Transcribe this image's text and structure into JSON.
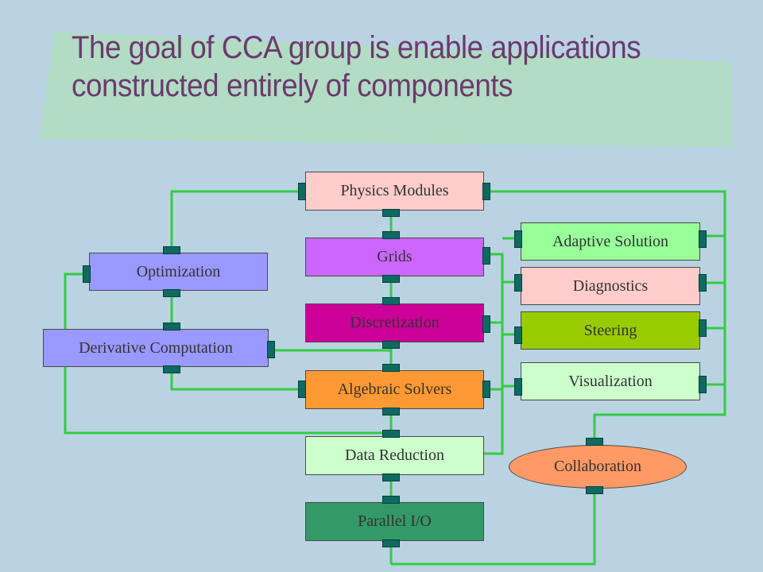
{
  "title": {
    "line1": "The goal of CCA group is enable applications",
    "line2": "constructed entirely of components"
  },
  "components": {
    "physics_modules": "Physics Modules",
    "grids": "Grids",
    "discretization": "Discretization",
    "algebraic_solvers": "Algebraic Solvers",
    "data_reduction": "Data Reduction",
    "parallel_io": "Parallel I/O",
    "optimization": "Optimization",
    "derivative_computation": "Derivative Computation",
    "adaptive_solution": "Adaptive Solution",
    "diagnostics": "Diagnostics",
    "steering": "Steering",
    "visualization": "Visualization",
    "collaboration": "Collaboration"
  },
  "colors": {
    "background": "#b9d3e2",
    "title_band": "#b2dcc4",
    "title_text": "#6b3a6f",
    "connector": "#33cc44",
    "port": "#0f6a62",
    "physics_modules": "#ffcccc",
    "grids": "#cc66ff",
    "discretization": "#cc0099",
    "algebraic_solvers": "#ff9933",
    "data_reduction": "#ccffcc",
    "parallel_io": "#339966",
    "optimization": "#9999ff",
    "derivative_computation": "#9999ff",
    "adaptive_solution": "#99ff99",
    "diagnostics": "#ffcccc",
    "steering": "#99cc00",
    "visualization": "#ccffcc",
    "collaboration": "#ff9966"
  }
}
